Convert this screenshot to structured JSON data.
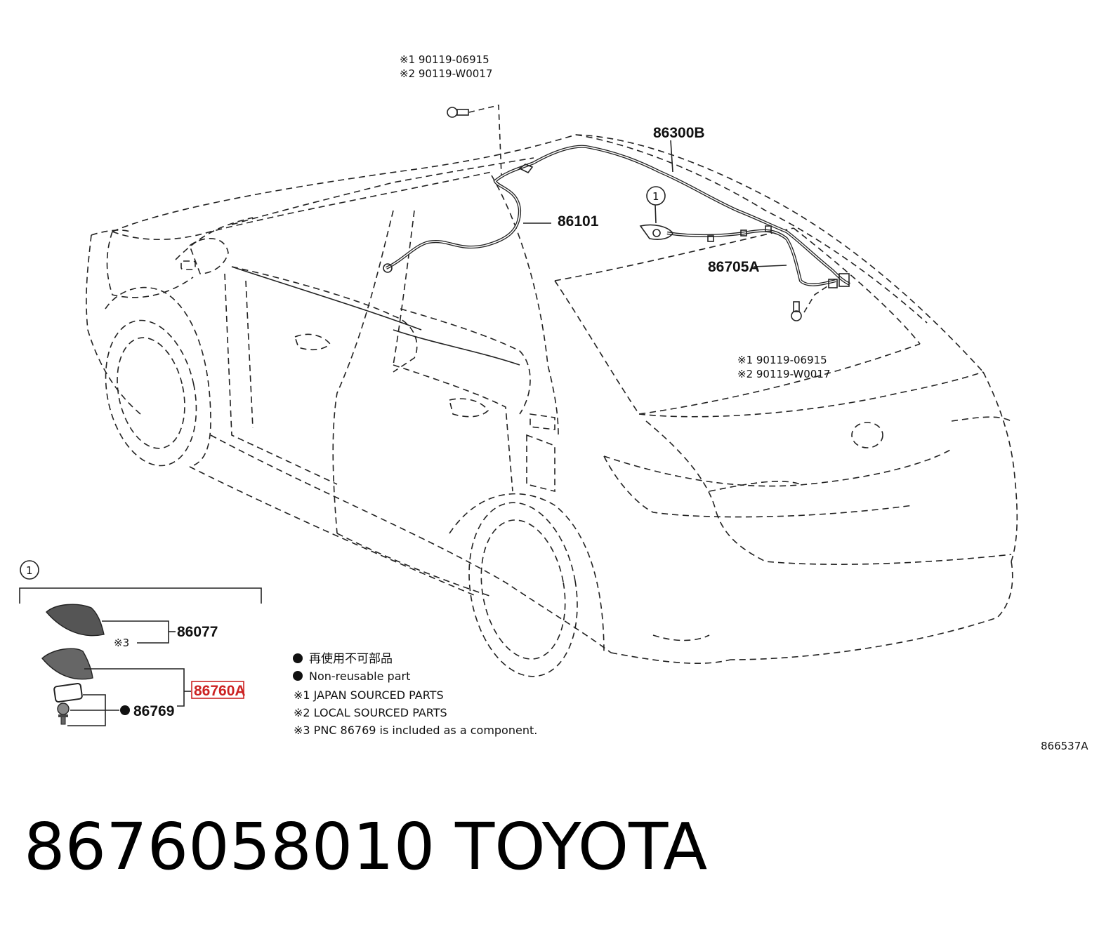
{
  "callouts": {
    "top_note_1": "※1 90119-06915",
    "top_note_2": "※2 90119-W0017",
    "part_86300b": "86300B",
    "part_86101": "86101",
    "part_86705a": "86705A",
    "right_note_1": "※1 90119-06915",
    "right_note_2": "※2 90119-W0017",
    "circle_ref": "1"
  },
  "inset": {
    "circle_ref": "1",
    "part_86077": "86077",
    "note_3": "※3",
    "part_86760a": "86760A",
    "part_86769": "86769"
  },
  "legend": {
    "non_reusable_jp": "再使用不可部品",
    "non_reusable_en": "Non-reusable part",
    "note_1": "※1 JAPAN SOURCED PARTS",
    "note_2": "※2 LOCAL SOURCED PARTS",
    "note_3": "※3 PNC 86769 is included as a component."
  },
  "figure_code": "866537A",
  "caption": {
    "part_number": "8676058010",
    "brand": "TOYOTA"
  },
  "colors": {
    "highlight_box": "#cc2222",
    "line": "#222222"
  }
}
